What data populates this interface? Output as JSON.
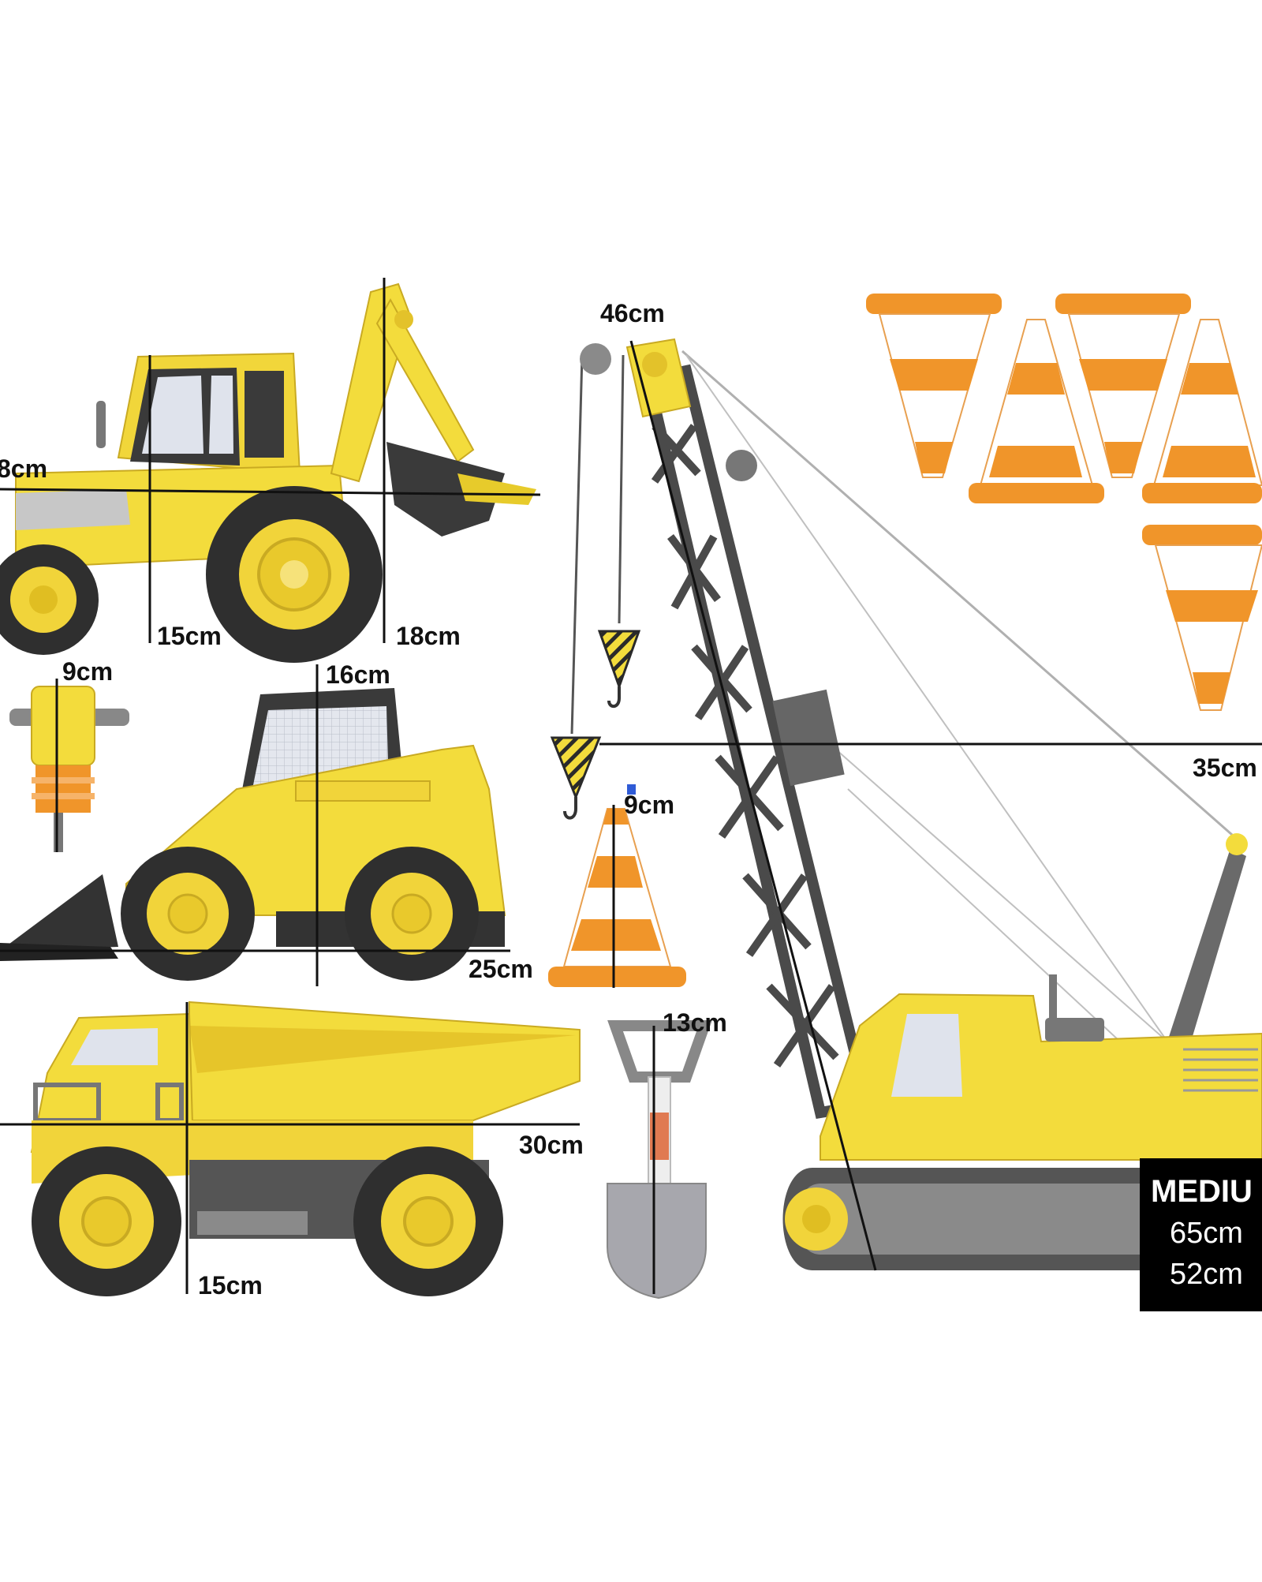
{
  "labels": {
    "backhoe_width": "8cm",
    "backhoe_15": "15cm",
    "backhoe_18": "18cm",
    "jackhammer": "9cm",
    "skidsteer_height": "16cm",
    "skidsteer_width": "25cm",
    "cone": "9cm",
    "dumptruck_width": "30cm",
    "dumptruck_15": "15cm",
    "shovel": "13cm",
    "crane_height": "46cm",
    "crane_width": "35cm"
  },
  "badge": {
    "title": "MEDIU",
    "width": "65cm",
    "height": "52cm"
  },
  "colors": {
    "yellow": "#f3dc3c",
    "dark_yellow": "#d8b81c",
    "grey": "#6e6e6e",
    "dark": "#2a2a2a",
    "orange": "#f0952a",
    "window": "#d9dde6",
    "marker": "#2f5bd6"
  }
}
